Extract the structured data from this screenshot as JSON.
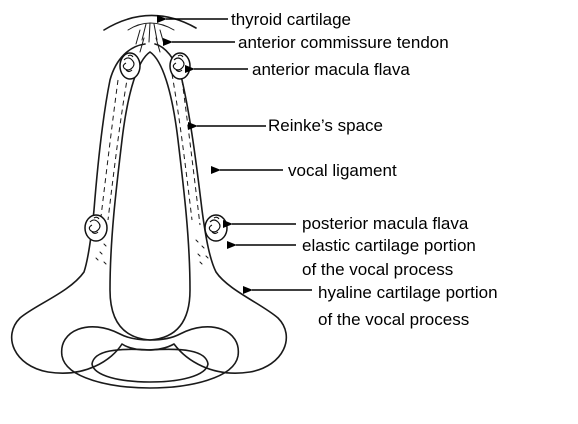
{
  "labels": {
    "thyroid_cartilage": "thyroid cartilage",
    "anterior_commissure_tendon": "anterior commissure tendon",
    "anterior_macula_flava": "anterior macula flava",
    "reinkes_space": "Reinke’s space",
    "vocal_ligament": "vocal ligament",
    "posterior_macula_flava": "posterior macula flava",
    "elastic_cartilage_line1": "elastic cartilage portion",
    "elastic_cartilage_line2": "of the vocal process",
    "hyaline_cartilage_line1": "hyaline cartilage portion",
    "hyaline_cartilage_line2": "of the vocal process"
  }
}
